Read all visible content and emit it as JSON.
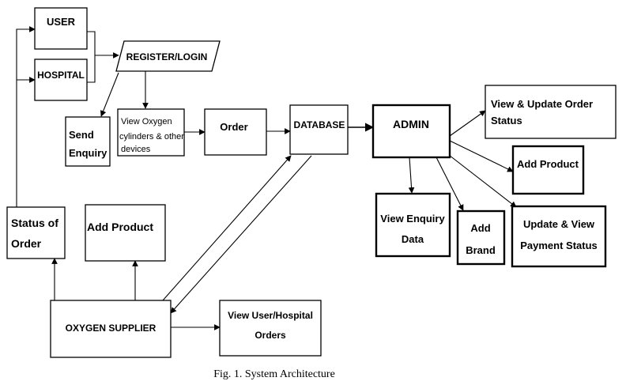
{
  "nodes": {
    "user": "USER",
    "hospital": "HOSPITAL",
    "register_login": "REGISTER/LOGIN",
    "send_enquiry": [
      "Send",
      "Enquiry"
    ],
    "view_oxygen": [
      "View Oxygen",
      "cylinders & other",
      "devices"
    ],
    "order": "Order",
    "database": "DATABASE",
    "admin": "ADMIN",
    "view_update_order_status": [
      "View & Update Order",
      "Status"
    ],
    "admin_add_product": "Add Product",
    "update_view_payment_status": [
      "Update & View",
      "Payment Status"
    ],
    "view_enquiry_data": [
      "View Enquiry",
      "Data"
    ],
    "add_brand": [
      "Add",
      "Brand"
    ],
    "status_of_order": [
      "Status of",
      "Order"
    ],
    "supplier_add_product": "Add Product",
    "oxygen_supplier": "OXYGEN SUPPLIER",
    "view_user_hospital_orders": [
      "View User/Hospital",
      "Orders"
    ]
  },
  "caption": "Fig. 1. System Architecture"
}
